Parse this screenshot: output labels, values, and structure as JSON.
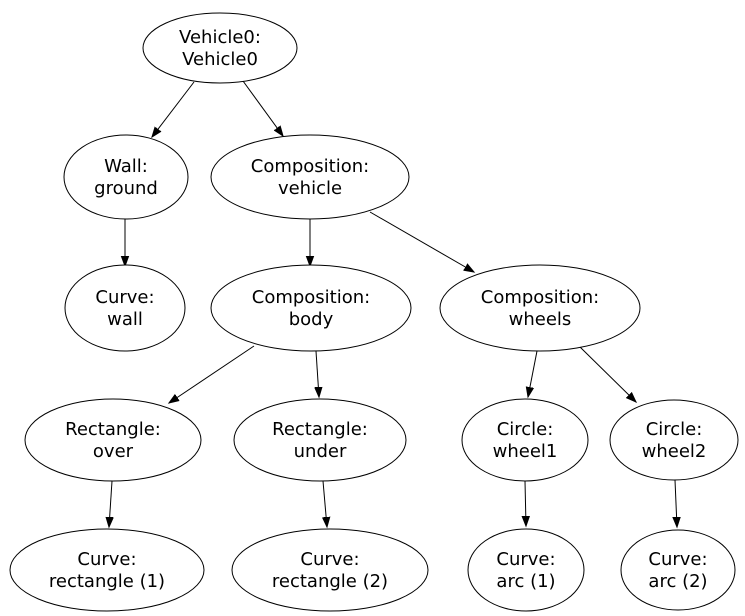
{
  "colors": {
    "background": "#ffffff",
    "node_fill": "#ffffff",
    "node_stroke": "#000000",
    "edge_stroke": "#000000",
    "text": "#000000"
  },
  "diagram": {
    "type": "tree-graph",
    "nodes": [
      {
        "id": "vehicle0",
        "line1": "Vehicle0:",
        "line2": "Vehicle0"
      },
      {
        "id": "wall-ground",
        "line1": "Wall:",
        "line2": "ground"
      },
      {
        "id": "composition-vehicle",
        "line1": "Composition:",
        "line2": "vehicle"
      },
      {
        "id": "curve-wall",
        "line1": "Curve:",
        "line2": "wall"
      },
      {
        "id": "composition-body",
        "line1": "Composition:",
        "line2": "body"
      },
      {
        "id": "composition-wheels",
        "line1": "Composition:",
        "line2": "wheels"
      },
      {
        "id": "rectangle-over",
        "line1": "Rectangle:",
        "line2": "over"
      },
      {
        "id": "rectangle-under",
        "line1": "Rectangle:",
        "line2": "under"
      },
      {
        "id": "circle-wheel1",
        "line1": "Circle:",
        "line2": "wheel1"
      },
      {
        "id": "circle-wheel2",
        "line1": "Circle:",
        "line2": "wheel2"
      },
      {
        "id": "curve-rectangle-1",
        "line1": "Curve:",
        "line2": "rectangle (1)"
      },
      {
        "id": "curve-rectangle-2",
        "line1": "Curve:",
        "line2": "rectangle (2)"
      },
      {
        "id": "curve-arc-1",
        "line1": "Curve:",
        "line2": "arc (1)"
      },
      {
        "id": "curve-arc-2",
        "line1": "Curve:",
        "line2": "arc (2)"
      }
    ],
    "edges": [
      {
        "from": "vehicle0",
        "to": "wall-ground"
      },
      {
        "from": "vehicle0",
        "to": "composition-vehicle"
      },
      {
        "from": "wall-ground",
        "to": "curve-wall"
      },
      {
        "from": "composition-vehicle",
        "to": "composition-body"
      },
      {
        "from": "composition-vehicle",
        "to": "composition-wheels"
      },
      {
        "from": "composition-body",
        "to": "rectangle-over"
      },
      {
        "from": "composition-body",
        "to": "rectangle-under"
      },
      {
        "from": "composition-wheels",
        "to": "circle-wheel1"
      },
      {
        "from": "composition-wheels",
        "to": "circle-wheel2"
      },
      {
        "from": "rectangle-over",
        "to": "curve-rectangle-1"
      },
      {
        "from": "rectangle-under",
        "to": "curve-rectangle-2"
      },
      {
        "from": "circle-wheel1",
        "to": "curve-arc-1"
      },
      {
        "from": "circle-wheel2",
        "to": "curve-arc-2"
      }
    ]
  }
}
